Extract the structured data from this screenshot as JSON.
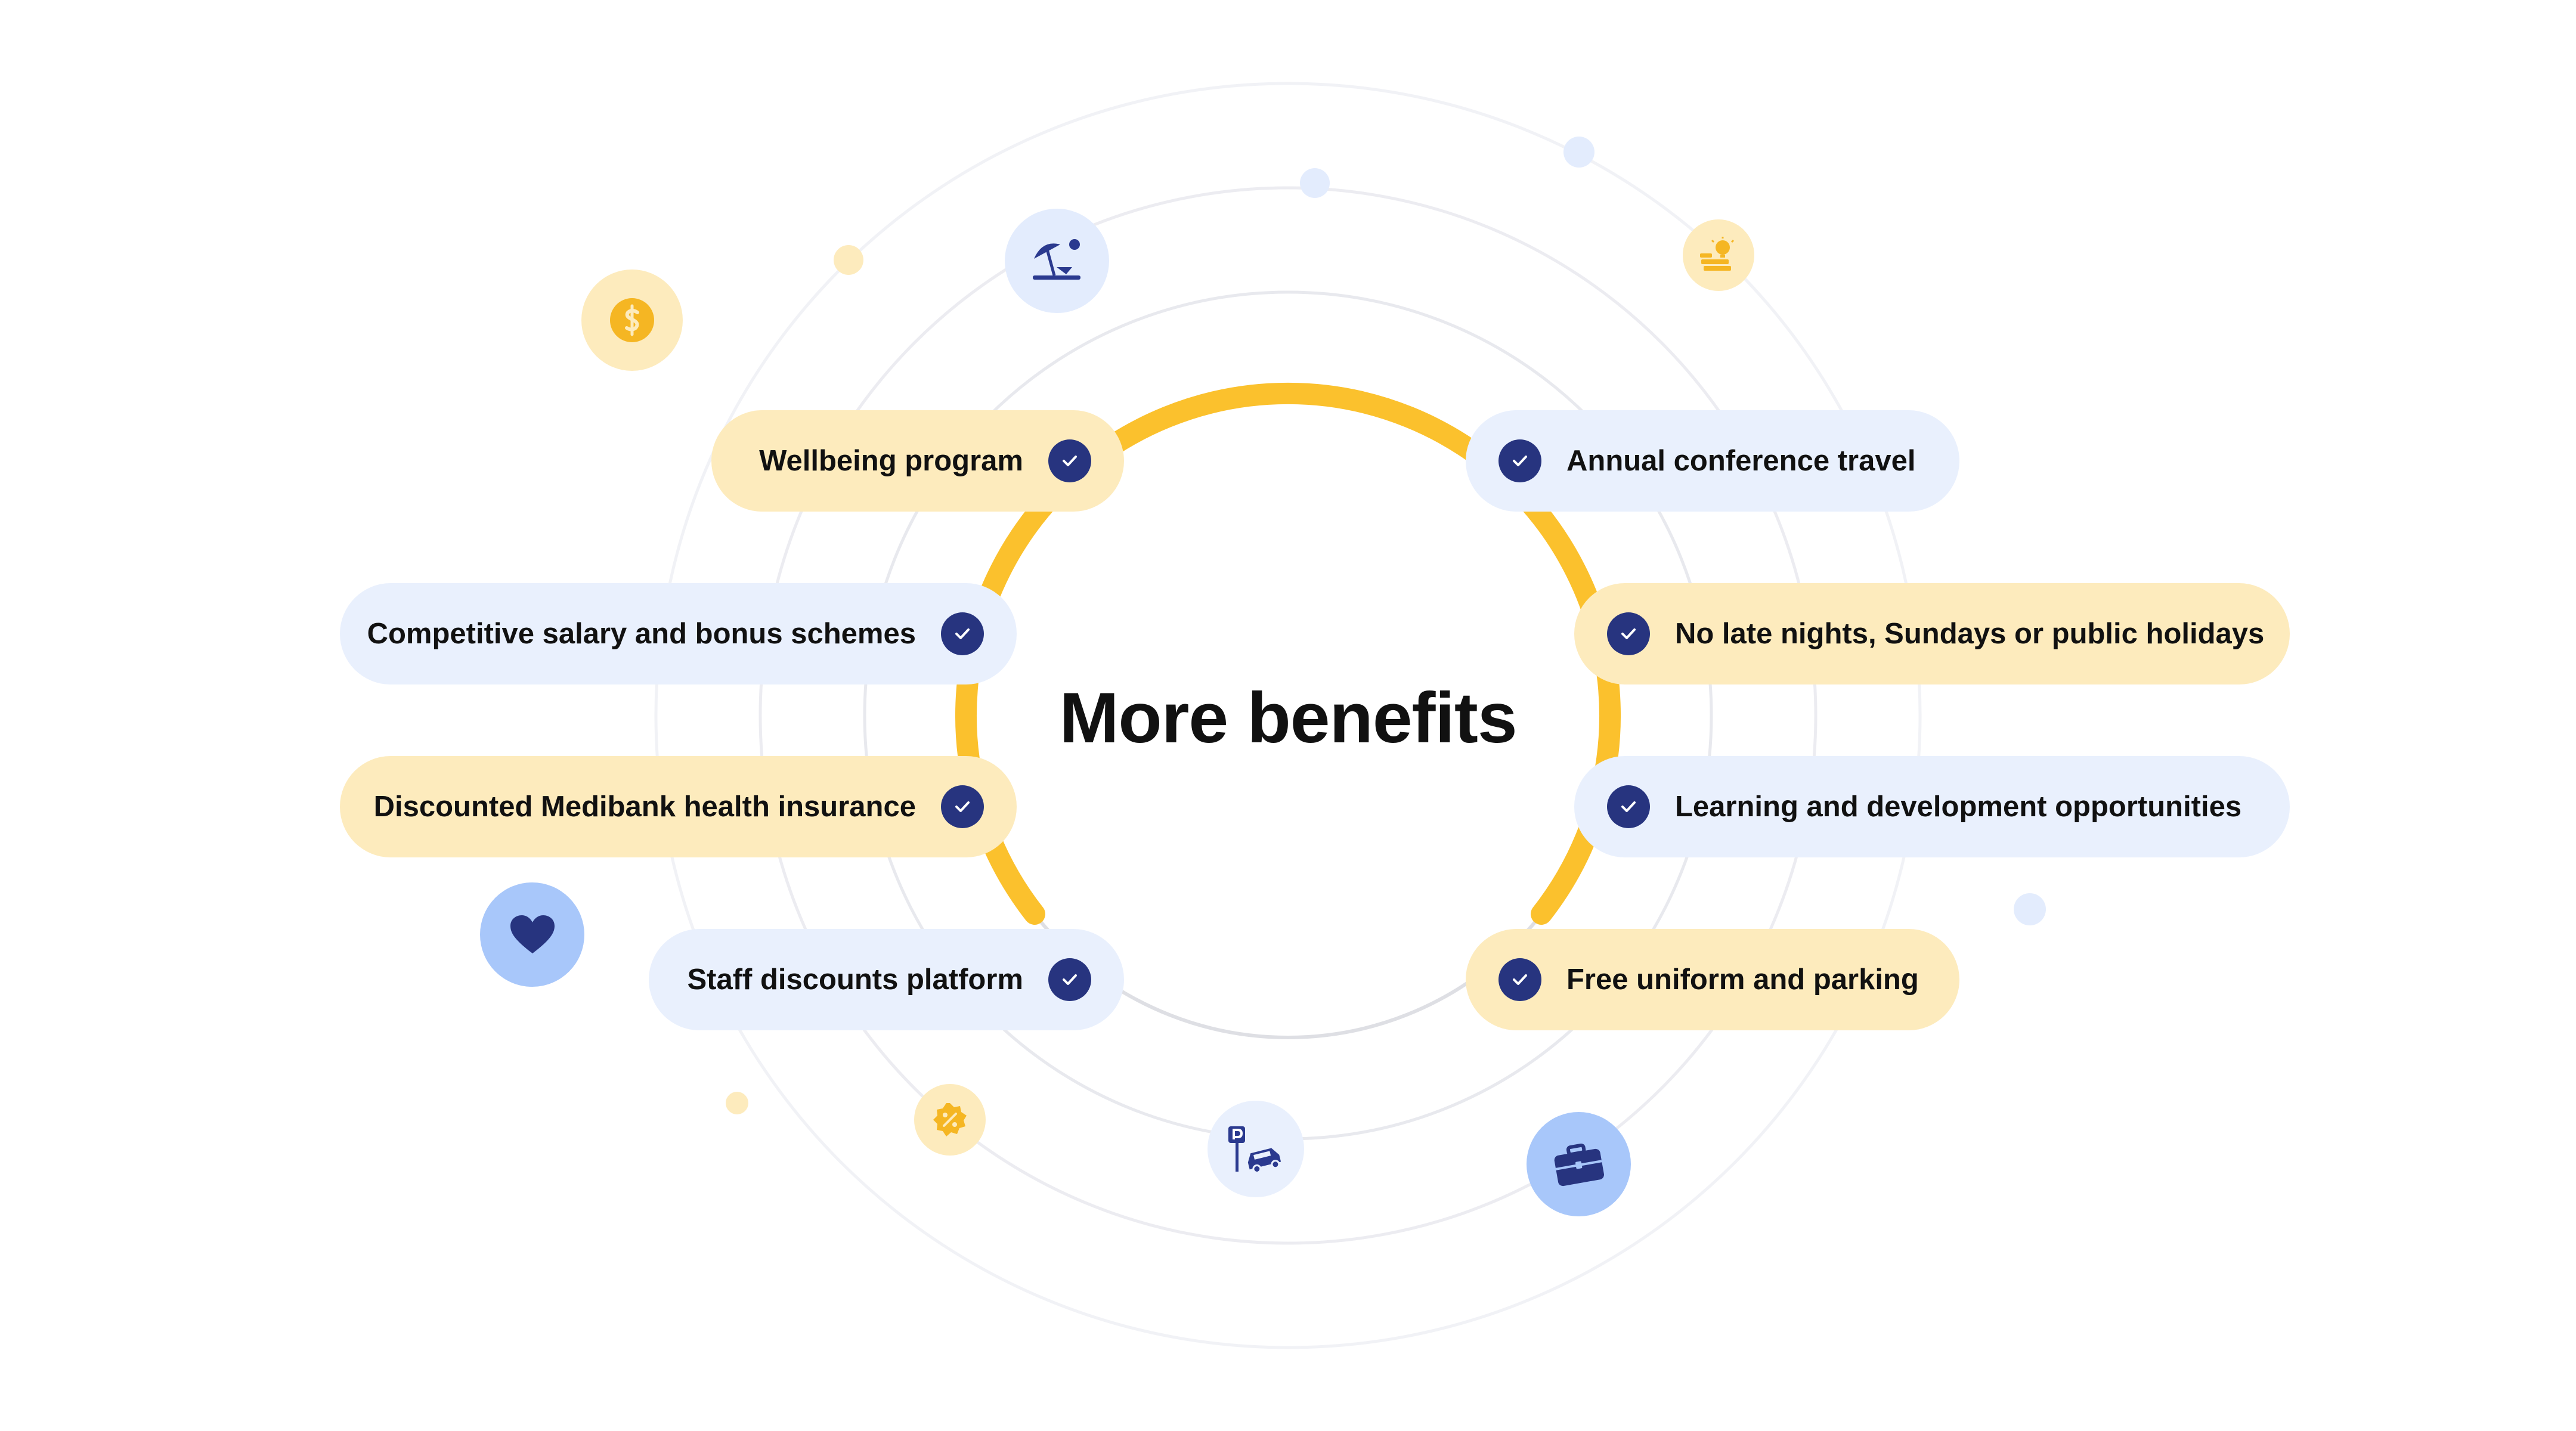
{
  "title": "More benefits",
  "colors": {
    "accent_ring": "#fbc12d",
    "pill_yellow": "#fdebbd",
    "pill_blue": "#e9f0fd",
    "check": "#27347f",
    "navy_icon": "#2b3a8f",
    "gold_icon": "#f5b623"
  },
  "benefits": [
    {
      "label": "Wellbeing program",
      "color": "yellow",
      "side": "left"
    },
    {
      "label": "Competitive salary and bonus schemes",
      "color": "blue",
      "side": "left"
    },
    {
      "label": "Discounted Medibank health insurance",
      "color": "yellow",
      "side": "left"
    },
    {
      "label": "Staff discounts platform",
      "color": "blue",
      "side": "left"
    },
    {
      "label": "Annual conference travel",
      "color": "blue",
      "side": "right"
    },
    {
      "label": "No late nights, Sundays or public holidays",
      "color": "yellow",
      "side": "right"
    },
    {
      "label": "Learning and development opportunities",
      "color": "blue",
      "side": "right"
    },
    {
      "label": "Free uniform and parking",
      "color": "yellow",
      "side": "right"
    }
  ],
  "icons": [
    "dollar-coin-icon",
    "beach-umbrella-icon",
    "money-idea-icon",
    "heart-icon",
    "discount-badge-icon",
    "parking-car-icon",
    "briefcase-icon",
    "check-icon"
  ]
}
